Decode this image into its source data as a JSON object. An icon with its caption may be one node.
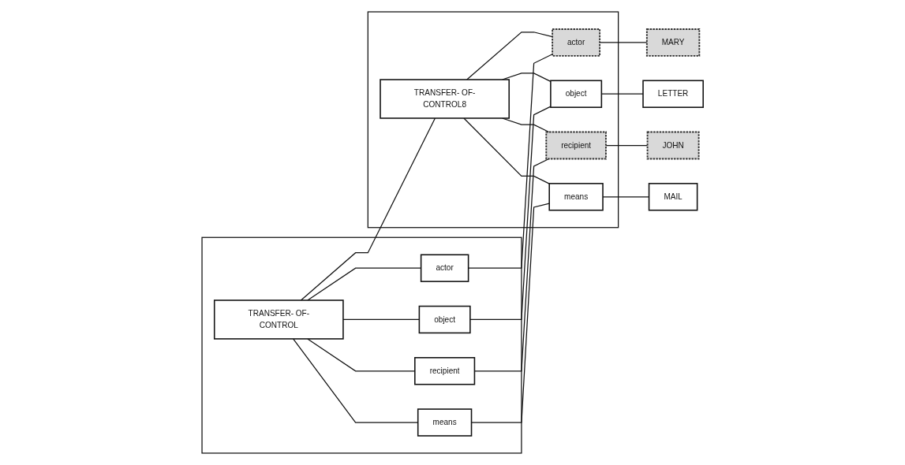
{
  "diagram": {
    "nodes": [
      {
        "text": [],
        "shape": "box"
      },
      {
        "text": [
          "TRANSFER- OF-CONTROL"
        ],
        "in": 0
      },
      {
        "text": [
          "actor"
        ],
        "in": 0
      },
      {
        "text": [
          "object"
        ],
        "in": 0
      },
      {
        "text": [
          "recipient"
        ],
        "in": 0
      },
      {
        "text": [
          "means"
        ],
        "in": 0
      },
      {
        "text": [],
        "shape": "box"
      },
      {
        "text": [
          "TRANSFER- OF-CONTROL8"
        ],
        "in": 6
      },
      {
        "text": [
          "actor"
        ],
        "in": 6
      },
      {
        "text": [
          "object"
        ],
        "in": 6
      },
      {
        "text": [
          "recipient"
        ],
        "in": 6
      },
      {
        "text": [
          "means"
        ],
        "in": 6
      },
      {
        "text": [
          "MARY"
        ]
      },
      {
        "text": [
          "LETTER"
        ]
      },
      {
        "text": [
          "JOHN"
        ]
      },
      {
        "text": [
          "MAIL"
        ]
      }
    ],
    "edges": [
      {
        "from": 1,
        "to": 2,
        "arrow": "none"
      },
      {
        "from": 1,
        "to": 3,
        "arrow": "none"
      },
      {
        "from": 1,
        "to": 4,
        "arrow": "none"
      },
      {
        "from": 1,
        "to": 5,
        "arrow": "none"
      },
      {
        "from": 1,
        "to": 7,
        "arrow": "none"
      },
      {
        "from": 7,
        "to": 8,
        "arrow": "none"
      },
      {
        "from": 7,
        "to": 9,
        "arrow": "none"
      },
      {
        "from": 7,
        "to": 10,
        "arrow": "none"
      },
      {
        "from": 7,
        "to": 11,
        "arrow": "none"
      },
      {
        "from": 2,
        "to": 8,
        "arrow": "none"
      },
      {
        "from": 3,
        "to": 9,
        "arrow": "none"
      },
      {
        "from": 4,
        "to": 10,
        "arrow": "none"
      },
      {
        "from": 5,
        "to": 11,
        "arrow": "none"
      },
      {
        "from": 8,
        "to": 12,
        "arrow": "none"
      },
      {
        "from": 9,
        "to": 13,
        "arrow": "none"
      },
      {
        "from": 10,
        "to": 14,
        "arrow": "none"
      },
      {
        "from": 11,
        "to": 15,
        "arrow": "none"
      }
    ]
  }
}
